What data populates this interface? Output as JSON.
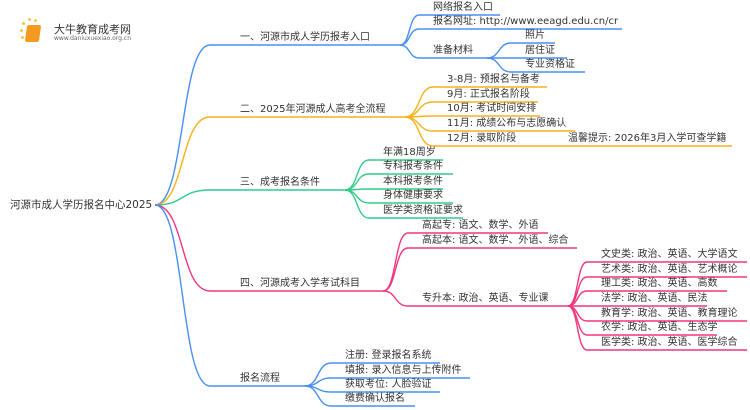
{
  "logo": {
    "title": "大牛教育成考网",
    "url": "www.daniuxuexiao.org.cn"
  },
  "colors": {
    "b1": "#4a90f2",
    "b2": "#f6b21b",
    "b3": "#34cc8a",
    "b4": "#f2367f",
    "b5": "#4a90f2"
  },
  "root": "河源市成人学历报名中心2025",
  "branches": [
    {
      "label": "一、河源市成人学历报考入口",
      "children": [
        {
          "label": "网络报名入口"
        },
        {
          "label": "报名网址: http://www.eeagd.edu.cn/cr"
        },
        {
          "label": "准备材料",
          "children": [
            {
              "label": "照片"
            },
            {
              "label": "居住证"
            },
            {
              "label": "专业资格证"
            }
          ]
        }
      ]
    },
    {
      "label": "二、2025年河源成人高考全流程",
      "children": [
        {
          "label": "3-8月: 预报名与备考"
        },
        {
          "label": "9月: 正式报名阶段"
        },
        {
          "label": "10月: 考试时间安排"
        },
        {
          "label": "11月: 成绩公布与志愿确认"
        },
        {
          "label": "12月: 录取阶段",
          "children": [
            {
              "label": "温馨提示: 2026年3月入学可查学籍"
            }
          ]
        }
      ]
    },
    {
      "label": "三、成考报名条件",
      "children": [
        {
          "label": "年满18周岁"
        },
        {
          "label": "专科报考条件"
        },
        {
          "label": "本科报考条件"
        },
        {
          "label": "身体健康要求"
        },
        {
          "label": "医学类资格证要求"
        }
      ]
    },
    {
      "label": "四、河源成考入学考试科目",
      "children": [
        {
          "label": "高起专: 语文、数学、外语"
        },
        {
          "label": "高起本: 语文、数学、外语、综合"
        },
        {
          "label": "专升本: 政治、英语、专业课",
          "children": [
            {
              "label": "文史类: 政治、英语、大学语文"
            },
            {
              "label": "艺术类: 政治、英语、艺术概论"
            },
            {
              "label": "理工类: 政治、英语、高数"
            },
            {
              "label": "法学: 政治、英语、民法"
            },
            {
              "label": "教育学: 政治、英语、教育理论"
            },
            {
              "label": "农学: 政治、英语、生态学"
            },
            {
              "label": "医学类: 政治、英语、医学综合"
            }
          ]
        }
      ]
    },
    {
      "label": "报名流程",
      "children": [
        {
          "label": "注册: 登录报名系统"
        },
        {
          "label": "填报: 录入信息与上传附件"
        },
        {
          "label": "获取考位: 人脸验证"
        },
        {
          "label": "缴费确认报名"
        }
      ]
    }
  ]
}
